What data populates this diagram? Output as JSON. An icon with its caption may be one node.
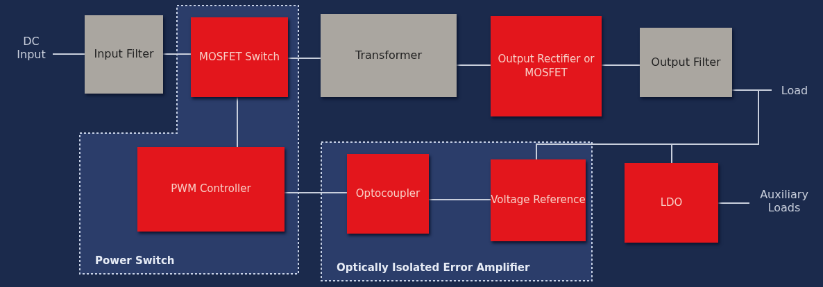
{
  "diagram": {
    "nodes": [
      {
        "text": [
          "DC Input"
        ]
      },
      {
        "text": [
          "Input Filter"
        ]
      },
      {
        "text": [
          "Power Switch"
        ]
      },
      {
        "text": [
          "MOSFET Switch"
        ],
        "in": 2
      },
      {
        "text": [
          "Transformer"
        ]
      },
      {
        "text": [
          "Output Rectifier or MOSFET"
        ]
      },
      {
        "text": [
          "Output Filter"
        ]
      },
      {
        "text": [
          "Load"
        ]
      },
      {
        "text": [
          "PWM Controller"
        ],
        "in": 2
      },
      {
        "text": [
          "Optically Isolated Error Amplifier"
        ]
      },
      {
        "text": [
          "Optocoupler"
        ],
        "in": 9
      },
      {
        "text": [
          "Voltage Reference"
        ],
        "in": 9
      },
      {
        "text": [
          "LDO"
        ]
      },
      {
        "text": [
          "Auxiliary Loads"
        ]
      }
    ],
    "edges": [
      {
        "from": 0,
        "to": 1,
        "arrow": "none"
      },
      {
        "from": 1,
        "to": 3,
        "arrow": "none"
      },
      {
        "from": 3,
        "to": 4,
        "arrow": "none"
      },
      {
        "from": 4,
        "to": 5,
        "arrow": "none"
      },
      {
        "from": 5,
        "to": 6,
        "arrow": "none"
      },
      {
        "from": 6,
        "to": 7,
        "arrow": "none"
      },
      {
        "from": 3,
        "to": 8,
        "arrow": "none"
      },
      {
        "from": 8,
        "to": 10,
        "arrow": "none"
      },
      {
        "from": 10,
        "to": 11,
        "arrow": "none"
      },
      {
        "from": 6,
        "to": 11,
        "arrow": "none"
      },
      {
        "from": 6,
        "to": 12,
        "arrow": "none"
      },
      {
        "from": 12,
        "to": 13,
        "arrow": "none"
      }
    ]
  }
}
